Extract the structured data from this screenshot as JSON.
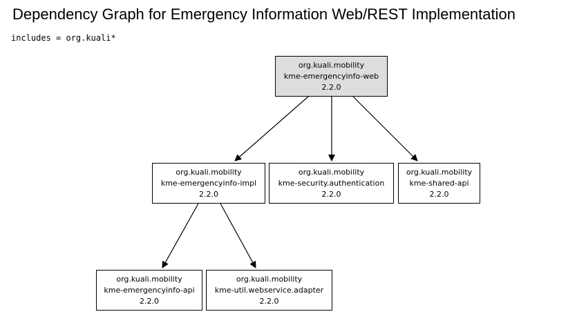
{
  "title": "Dependency Graph for Emergency Information Web/REST Implementation",
  "filter": "includes = org.kuali*",
  "nodes": {
    "web": {
      "group": "org.kuali.mobility",
      "artifact": "kme-emergencyinfo-web",
      "version": "2.2.0"
    },
    "impl": {
      "group": "org.kuali.mobility",
      "artifact": "kme-emergencyinfo-impl",
      "version": "2.2.0"
    },
    "security": {
      "group": "org.kuali.mobility",
      "artifact": "kme-security.authentication",
      "version": "2.2.0"
    },
    "shared": {
      "group": "org.kuali.mobility",
      "artifact": "kme-shared-api",
      "version": "2.2.0"
    },
    "api": {
      "group": "org.kuali.mobility",
      "artifact": "kme-emergencyinfo-api",
      "version": "2.2.0"
    },
    "adapter": {
      "group": "org.kuali.mobility",
      "artifact": "kme-util.webservice.adapter",
      "version": "2.2.0"
    }
  },
  "edges": [
    {
      "from": "web",
      "to": "impl"
    },
    {
      "from": "web",
      "to": "security"
    },
    {
      "from": "web",
      "to": "shared"
    },
    {
      "from": "impl",
      "to": "api"
    },
    {
      "from": "impl",
      "to": "adapter"
    }
  ],
  "colors": {
    "root_fill": "#dddddd",
    "node_fill": "#ffffff",
    "stroke": "#000000"
  }
}
